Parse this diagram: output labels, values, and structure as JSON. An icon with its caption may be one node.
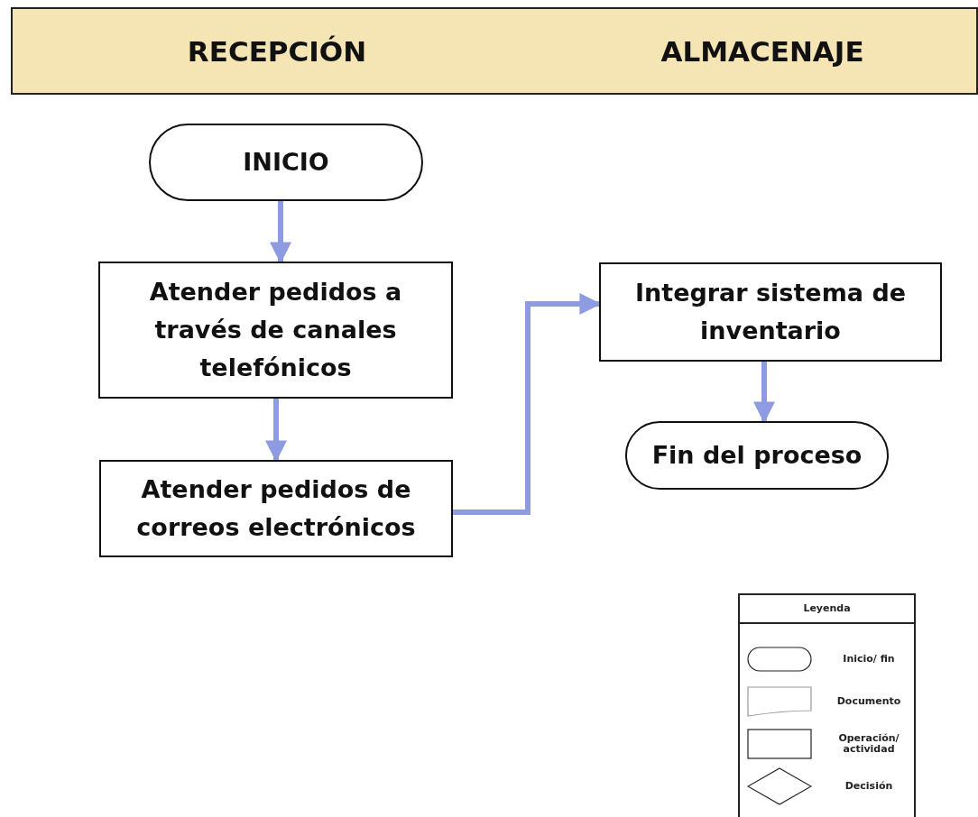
{
  "diagram": {
    "nodes": [
      {
        "text": [
          "RECEPCIÓN",
          "ALMACENAJE"
        ]
      },
      {
        "text": [
          "INICIO"
        ]
      },
      {
        "text": [
          "Atender pedidos a través de canales telefónicos"
        ]
      },
      {
        "text": [
          "Atender pedidos de correos electrónicos"
        ]
      },
      {
        "text": [
          "Integrar sistema de inventario"
        ]
      },
      {
        "text": [
          "Fin del proceso"
        ]
      }
    ],
    "edges": [
      {
        "from": 1,
        "to": 2,
        "arrow": "to"
      },
      {
        "from": 2,
        "to": 3,
        "arrow": "to"
      },
      {
        "from": 3,
        "to": 4,
        "arrow": "to"
      },
      {
        "from": 4,
        "to": 5,
        "arrow": "to"
      }
    ],
    "labels": [
      "Leyenda"
    ],
    "legend": [
      {
        "text": "Inicio/ fin"
      },
      {
        "text": "Documento"
      },
      {
        "text": "Operación/ actividad"
      },
      {
        "text": "Decisión"
      }
    ]
  }
}
